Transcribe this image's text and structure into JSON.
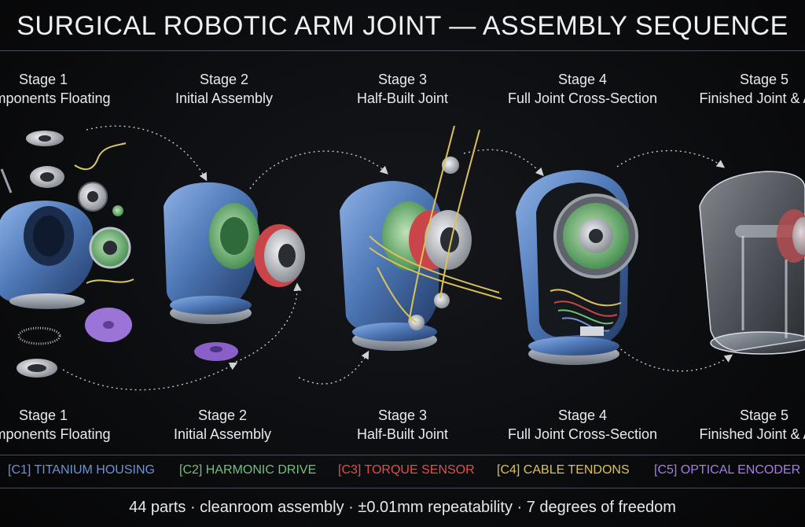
{
  "title": "SURGICAL ROBOTIC ARM JOINT — ASSEMBLY SEQUENCE",
  "stages_top": [
    {
      "num": "Stage 1",
      "name": "Components Floating"
    },
    {
      "num": "Stage 2",
      "name": "Initial Assembly"
    },
    {
      "num": "Stage 3",
      "name": "Half-Built Joint"
    },
    {
      "num": "Stage 4",
      "name": "Full Joint Cross-Section"
    },
    {
      "num": "Stage 5",
      "name": "Finished Joint & Arm"
    }
  ],
  "stages_bottom": [
    {
      "num": "Stage 1",
      "name": "Components Floating"
    },
    {
      "num": "Stage 2",
      "name": "Initial Assembly"
    },
    {
      "num": "Stage 3",
      "name": "Half-Built Joint"
    },
    {
      "num": "Stage 4",
      "name": "Full Joint Cross-Section"
    },
    {
      "num": "Stage 5",
      "name": "Finished Joint & Arm"
    }
  ],
  "legend": [
    {
      "code": "[C1]",
      "label": "TITANIUM HOUSING",
      "color": "#6f93cf"
    },
    {
      "code": "[C2]",
      "label": "HARMONIC DRIVE",
      "color": "#6fc27a"
    },
    {
      "code": "[C3]",
      "label": "TORQUE SENSOR",
      "color": "#e0504a"
    },
    {
      "code": "[C4]",
      "label": "CABLE TENDONS",
      "color": "#d9c25a"
    },
    {
      "code": "[C5]",
      "label": "OPTICAL ENCODER",
      "color": "#a47ee0"
    }
  ],
  "footer": "44 parts · cleanroom assembly · ±0.01mm repeatability · 7 degrees of freedom"
}
